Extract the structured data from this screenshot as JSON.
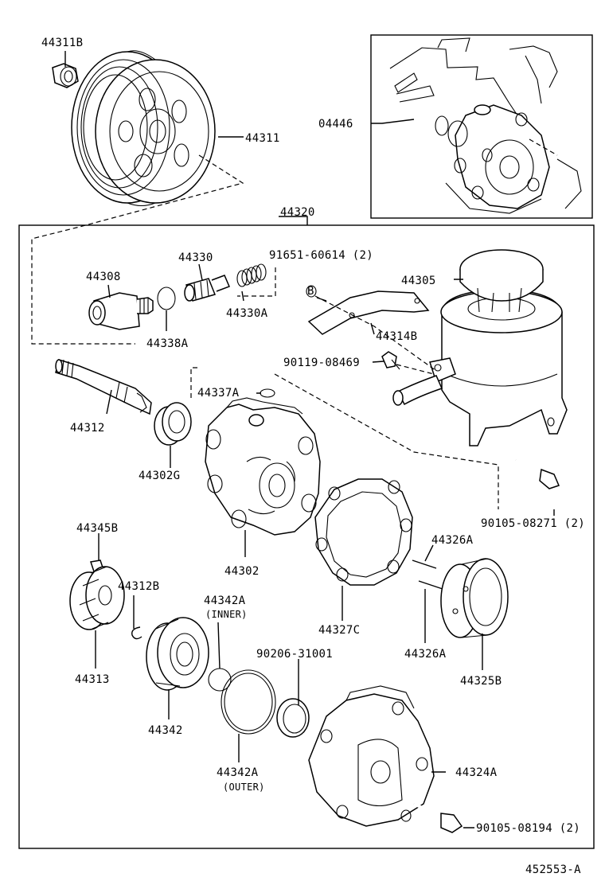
{
  "labels": {
    "p44311B": "44311B",
    "p44311": "44311",
    "p04446": "04446",
    "p44320": "44320",
    "p44308": "44308",
    "p44330": "44330",
    "p44330A": "44330A",
    "p44338A": "44338A",
    "p91651": "91651-60614 (2)",
    "p44305": "44305",
    "p44314B": "44314B",
    "p90119": "90119-08469",
    "p44337A": "44337A",
    "p44312": "44312",
    "p44302G": "44302G",
    "p90105a": "90105-08271 (2)",
    "p44345B": "44345B",
    "p44302": "44302",
    "p44326A_top": "44326A",
    "p44312B": "44312B",
    "p44342A_inner": "44342A",
    "inner_note": "(INNER)",
    "p44327C": "44327C",
    "p44326A_bot": "44326A",
    "p44313": "44313",
    "p90206": "90206-31001",
    "p44325B": "44325B",
    "p44342": "44342",
    "p44342A_outer": "44342A",
    "outer_note": "(OUTER)",
    "p44324A": "44324A",
    "p90105b": "90105-08194 (2)",
    "ref_code": "452553-A"
  }
}
